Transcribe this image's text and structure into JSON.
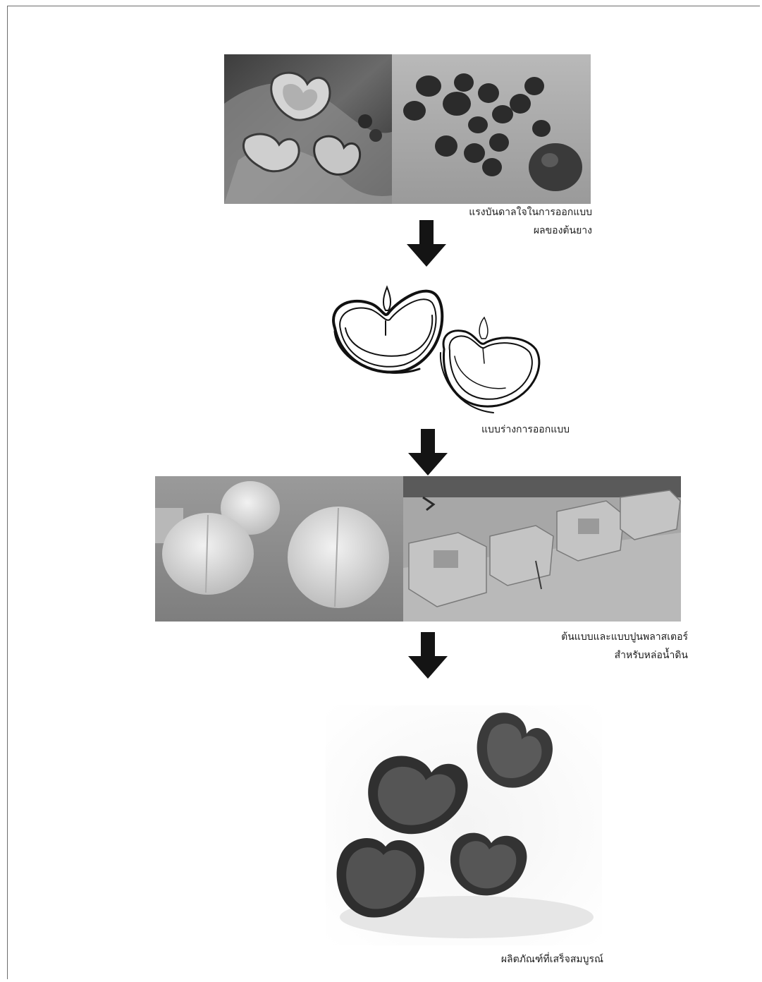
{
  "captions": {
    "inspiration_line1": "แรงบันดาลใจในการออกแบบ",
    "inspiration_line2": "ผลของต้นยาง",
    "sketch": "แบบร่างการออกแบบ",
    "molds_line1": "ต้นแบบและแบบปูนพลาสเตอร์",
    "molds_line2": "สำหรับหล่อน้ำดิน",
    "finished": "ผลิตภัณฑ์ที่เสร็จสมบูรณ์"
  },
  "icons": {
    "arrow": "arrow-down-icon"
  },
  "colors": {
    "arrow": "#141414",
    "photo_dark": "#2b2b2b",
    "photo_mid": "#8a8a8a",
    "photo_light": "#d8d8d8",
    "sketch_ink": "#111111"
  }
}
